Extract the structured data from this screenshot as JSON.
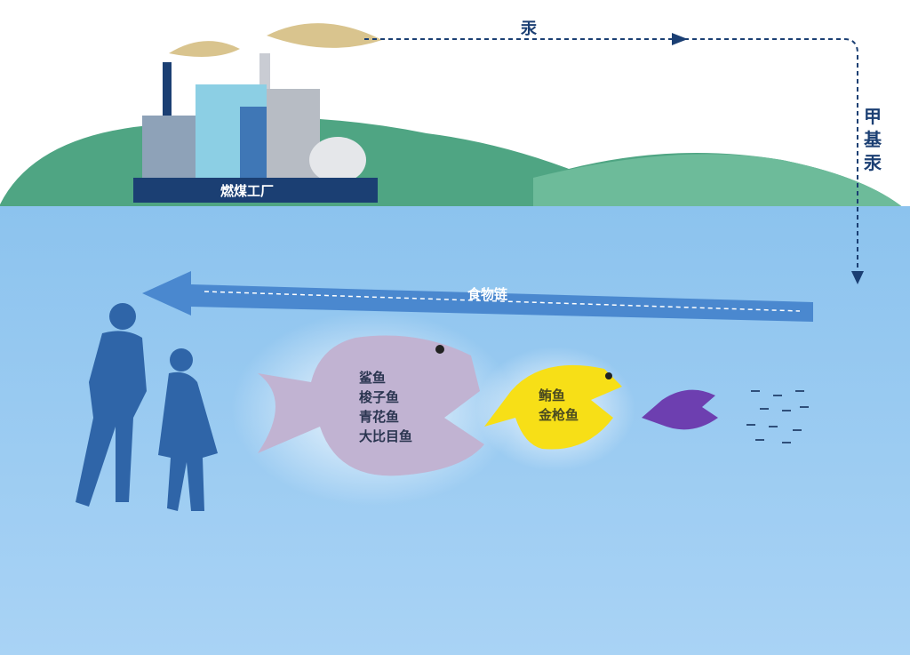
{
  "labels": {
    "mercury": "汞",
    "methylmercury": "甲基汞",
    "plant": "燃煤工厂",
    "food_chain": "食物链"
  },
  "big_fish": [
    "鲨鱼",
    "梭子鱼",
    "青花鱼",
    "大比目鱼"
  ],
  "mid_fish": [
    "鲔鱼",
    "金枪鱼"
  ],
  "colors": {
    "sky": "#ffffff",
    "water": "#8ec4ef",
    "hill": "#4fa583",
    "navy": "#1b3f73",
    "arrow": "#4a88cf"
  }
}
